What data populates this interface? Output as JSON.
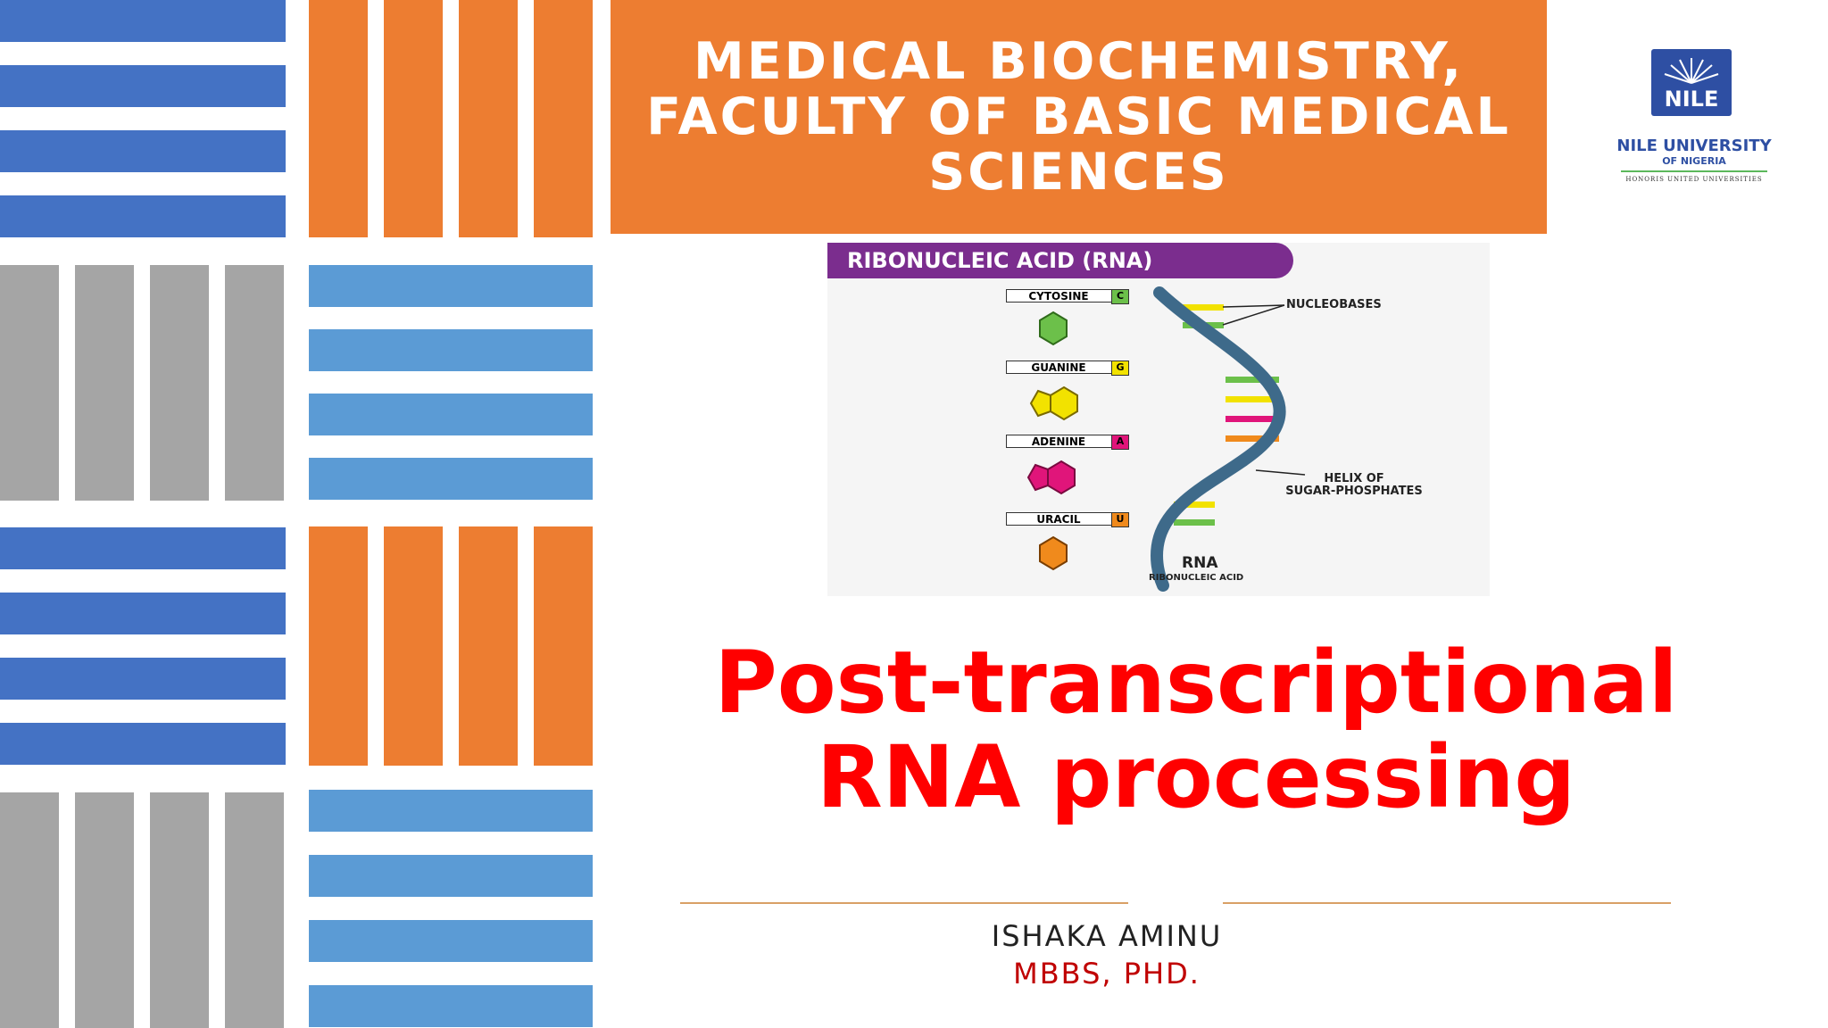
{
  "header": {
    "line1": "MEDICAL BIOCHEMISTRY,",
    "line2": "FACULTY OF BASIC MEDICAL",
    "line3": "SCIENCES"
  },
  "logo": {
    "word": "NILE",
    "name": "NILE UNIVERSITY",
    "sub": "OF NIGERIA",
    "tagline": "HONORIS UNITED UNIVERSITIES"
  },
  "figure": {
    "title": "RIBONUCLEIC ACID (RNA)",
    "bases": [
      {
        "name": "CYTOSINE",
        "letter": "C",
        "color": "#6CC04A"
      },
      {
        "name": "GUANINE",
        "letter": "G",
        "color": "#F2E200"
      },
      {
        "name": "ADENINE",
        "letter": "A",
        "color": "#E0157A"
      },
      {
        "name": "URACIL",
        "letter": "U",
        "color": "#F08A1C"
      }
    ],
    "nucleobases_label": "NUCLEOBASES",
    "helix_label_1": "HELIX OF",
    "helix_label_2": "SUGAR-PHOSPHATES",
    "rna_label": "RNA",
    "rna_sublabel": "RIBONUCLEIC ACID"
  },
  "title": {
    "line1": "Post-transcriptional",
    "line2": "RNA processing"
  },
  "author": {
    "name": "ISHAKA AMINU",
    "degree": "MBBS, PHD."
  },
  "colors": {
    "orange": "#ED7D31",
    "dark_blue": "#4472C4",
    "light_blue": "#5B9BD5",
    "gray": "#A5A5A5",
    "title_red": "#FF0000"
  }
}
